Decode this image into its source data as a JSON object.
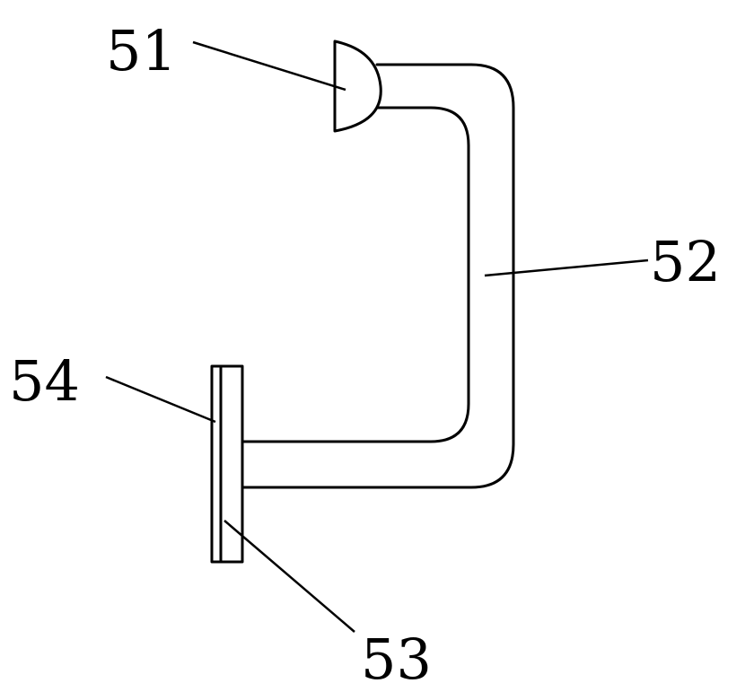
{
  "diagram": {
    "labels": {
      "ref_51": "51",
      "ref_52": "52",
      "ref_53": "53",
      "ref_54": "54"
    }
  }
}
